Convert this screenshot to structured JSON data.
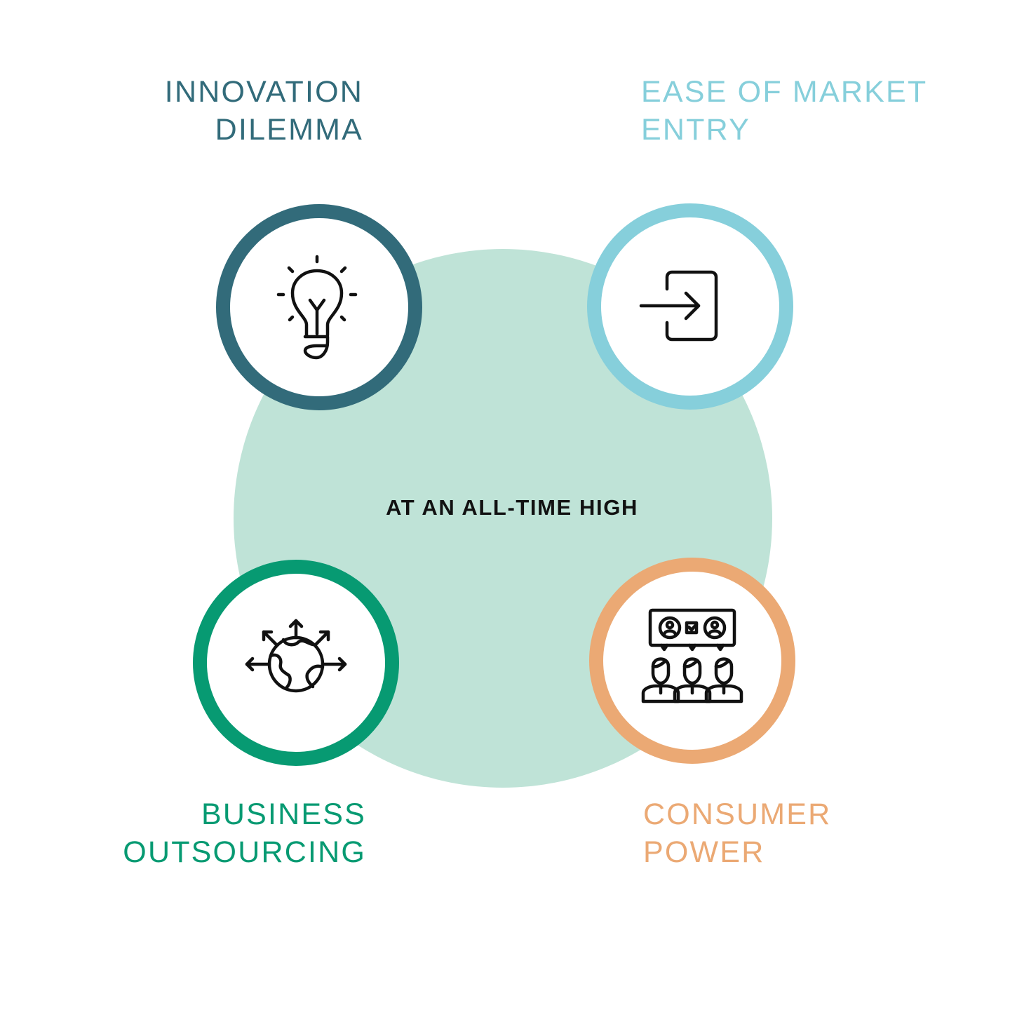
{
  "center": {
    "label": "AT AN ALL-TIME HIGH",
    "color": "#bfe3d7"
  },
  "factors": [
    {
      "id": "innovation",
      "lines": [
        "INNOVATION",
        "DILEMMA"
      ],
      "color": "#326b7a",
      "icon": "lightbulb-icon"
    },
    {
      "id": "market-entry",
      "lines": [
        "EASE OF MARKET",
        "ENTRY"
      ],
      "color": "#86cfdb",
      "icon": "sign-in-icon"
    },
    {
      "id": "outsourcing",
      "lines": [
        "BUSINESS",
        "OUTSOURCING"
      ],
      "color": "#079a72",
      "icon": "globe-arrows-icon"
    },
    {
      "id": "consumer",
      "lines": [
        "CONSUMER",
        "POWER"
      ],
      "color": "#eba974",
      "icon": "audience-icon"
    }
  ]
}
